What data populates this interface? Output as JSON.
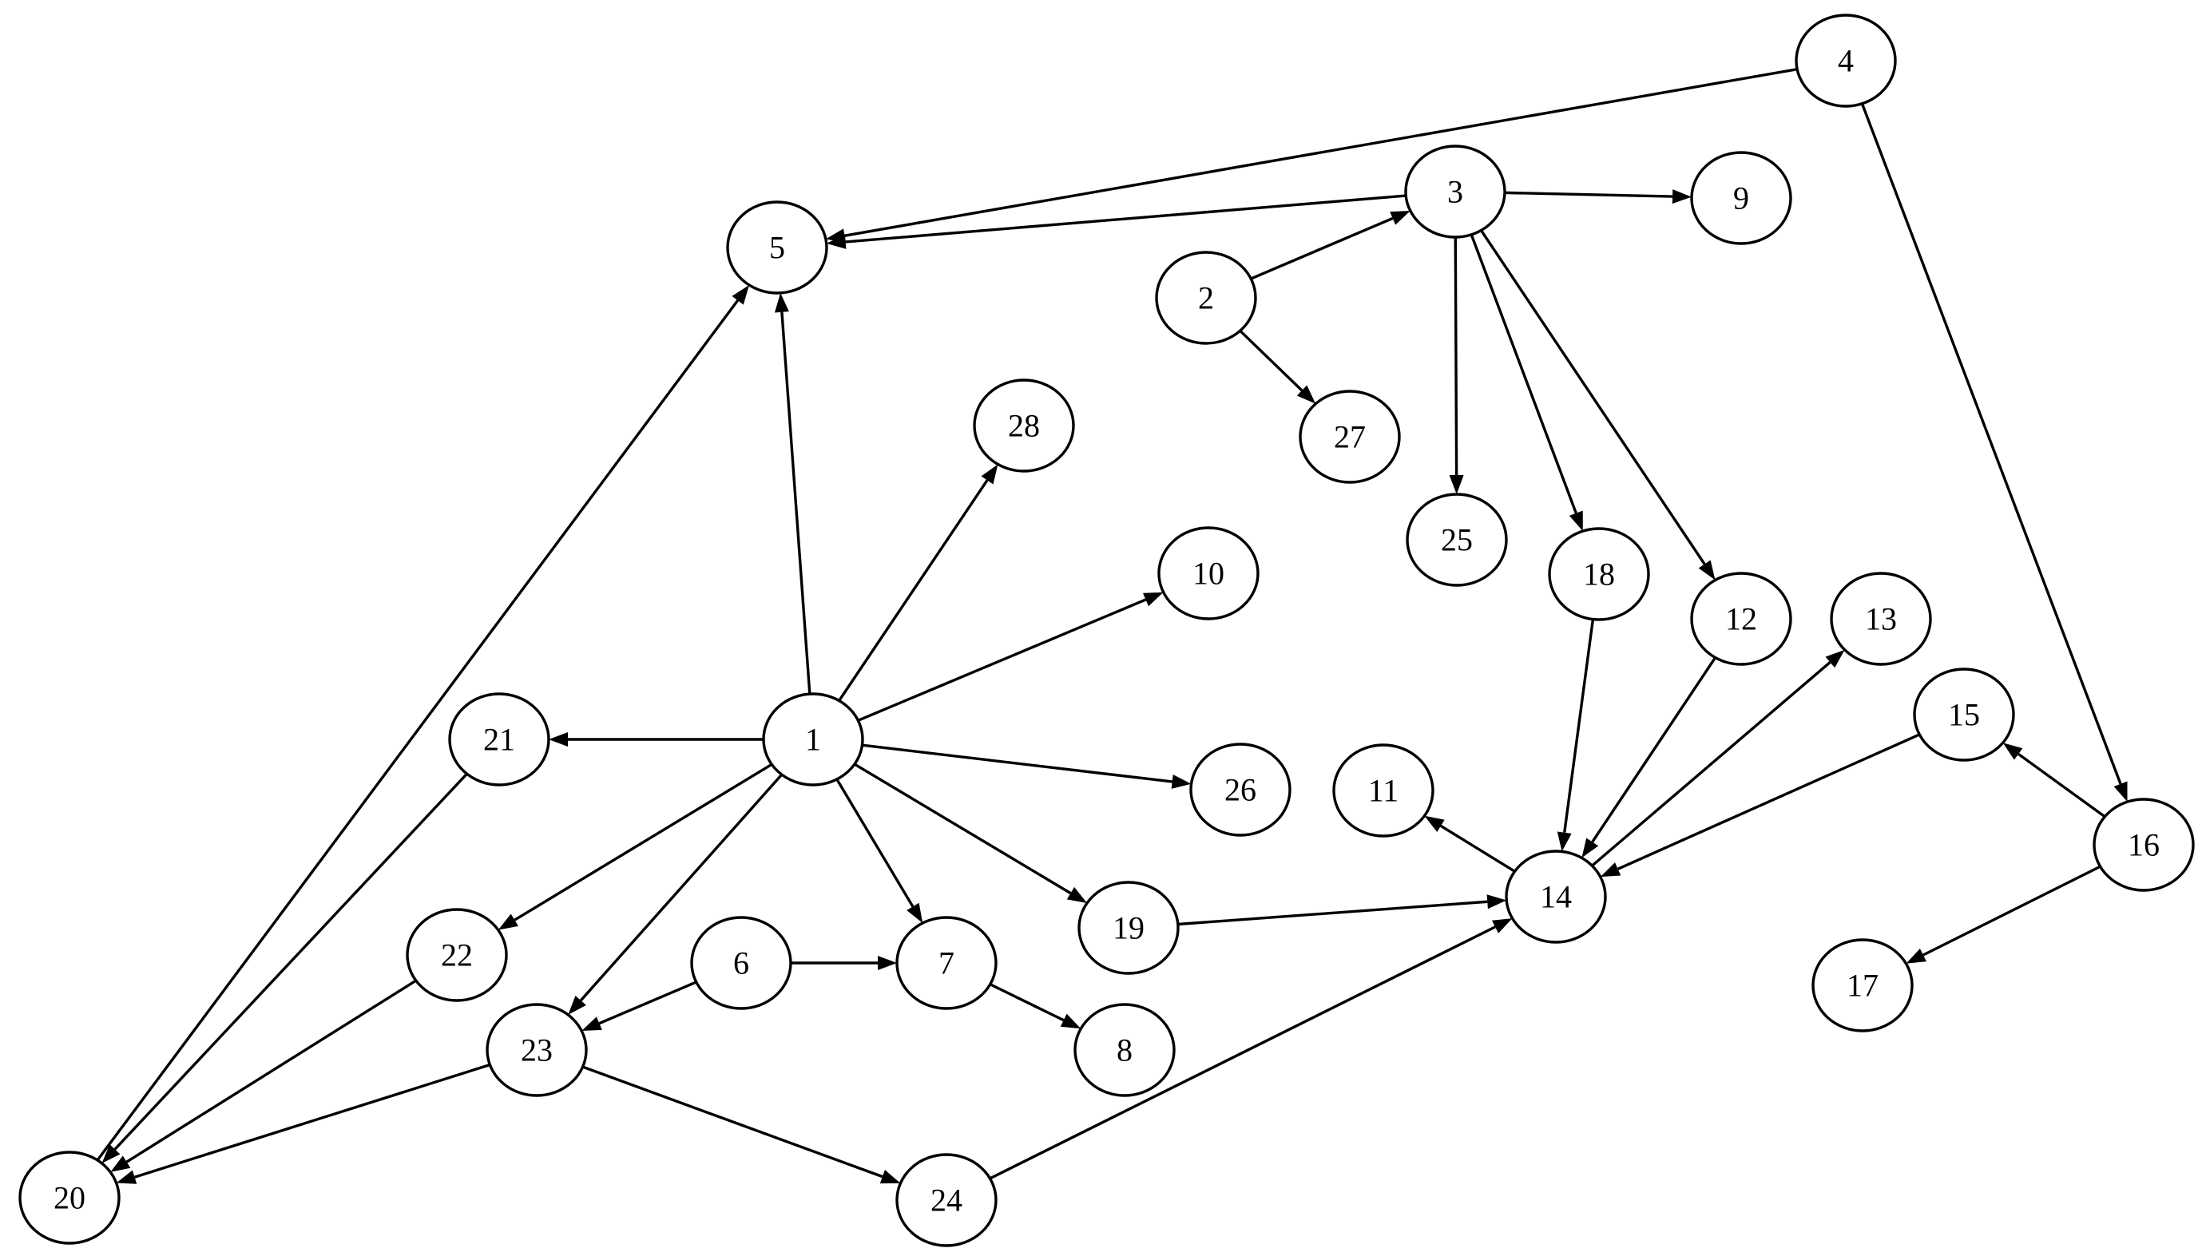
{
  "diagram": {
    "type": "directed-graph",
    "colors": {
      "node_fill": "#ffffff",
      "stroke": "#000000",
      "text": "#000000"
    },
    "nodes": [
      {
        "id": "n1",
        "label": "1"
      },
      {
        "id": "n2",
        "label": "2"
      },
      {
        "id": "n3",
        "label": "3"
      },
      {
        "id": "n4",
        "label": "4"
      },
      {
        "id": "n5",
        "label": "5"
      },
      {
        "id": "n6",
        "label": "6"
      },
      {
        "id": "n7",
        "label": "7"
      },
      {
        "id": "n8",
        "label": "8"
      },
      {
        "id": "n9",
        "label": "9"
      },
      {
        "id": "n10",
        "label": "10"
      },
      {
        "id": "n11",
        "label": "11"
      },
      {
        "id": "n12",
        "label": "12"
      },
      {
        "id": "n13",
        "label": "13"
      },
      {
        "id": "n14",
        "label": "14"
      },
      {
        "id": "n15",
        "label": "15"
      },
      {
        "id": "n16",
        "label": "16"
      },
      {
        "id": "n17",
        "label": "17"
      },
      {
        "id": "n18",
        "label": "18"
      },
      {
        "id": "n19",
        "label": "19"
      },
      {
        "id": "n20",
        "label": "20"
      },
      {
        "id": "n21",
        "label": "21"
      },
      {
        "id": "n22",
        "label": "22"
      },
      {
        "id": "n23",
        "label": "23"
      },
      {
        "id": "n24",
        "label": "24"
      },
      {
        "id": "n25",
        "label": "25"
      },
      {
        "id": "n26",
        "label": "26"
      },
      {
        "id": "n27",
        "label": "27"
      },
      {
        "id": "n28",
        "label": "28"
      }
    ],
    "edges": [
      {
        "from": "4",
        "to": "5"
      },
      {
        "from": "4",
        "to": "16"
      },
      {
        "from": "3",
        "to": "5"
      },
      {
        "from": "3",
        "to": "9"
      },
      {
        "from": "3",
        "to": "25"
      },
      {
        "from": "3",
        "to": "18"
      },
      {
        "from": "3",
        "to": "12"
      },
      {
        "from": "2",
        "to": "3"
      },
      {
        "from": "2",
        "to": "27"
      },
      {
        "from": "1",
        "to": "5"
      },
      {
        "from": "1",
        "to": "28"
      },
      {
        "from": "1",
        "to": "10"
      },
      {
        "from": "1",
        "to": "26"
      },
      {
        "from": "1",
        "to": "21"
      },
      {
        "from": "1",
        "to": "22"
      },
      {
        "from": "1",
        "to": "23"
      },
      {
        "from": "1",
        "to": "7"
      },
      {
        "from": "1",
        "to": "19"
      },
      {
        "from": "20",
        "to": "5"
      },
      {
        "from": "21",
        "to": "20"
      },
      {
        "from": "22",
        "to": "20"
      },
      {
        "from": "23",
        "to": "20"
      },
      {
        "from": "6",
        "to": "23"
      },
      {
        "from": "6",
        "to": "7"
      },
      {
        "from": "7",
        "to": "8"
      },
      {
        "from": "23",
        "to": "24"
      },
      {
        "from": "24",
        "to": "14"
      },
      {
        "from": "19",
        "to": "14"
      },
      {
        "from": "18",
        "to": "14"
      },
      {
        "from": "12",
        "to": "14"
      },
      {
        "from": "14",
        "to": "13"
      },
      {
        "from": "14",
        "to": "11"
      },
      {
        "from": "15",
        "to": "14"
      },
      {
        "from": "16",
        "to": "15"
      },
      {
        "from": "16",
        "to": "17"
      }
    ]
  }
}
